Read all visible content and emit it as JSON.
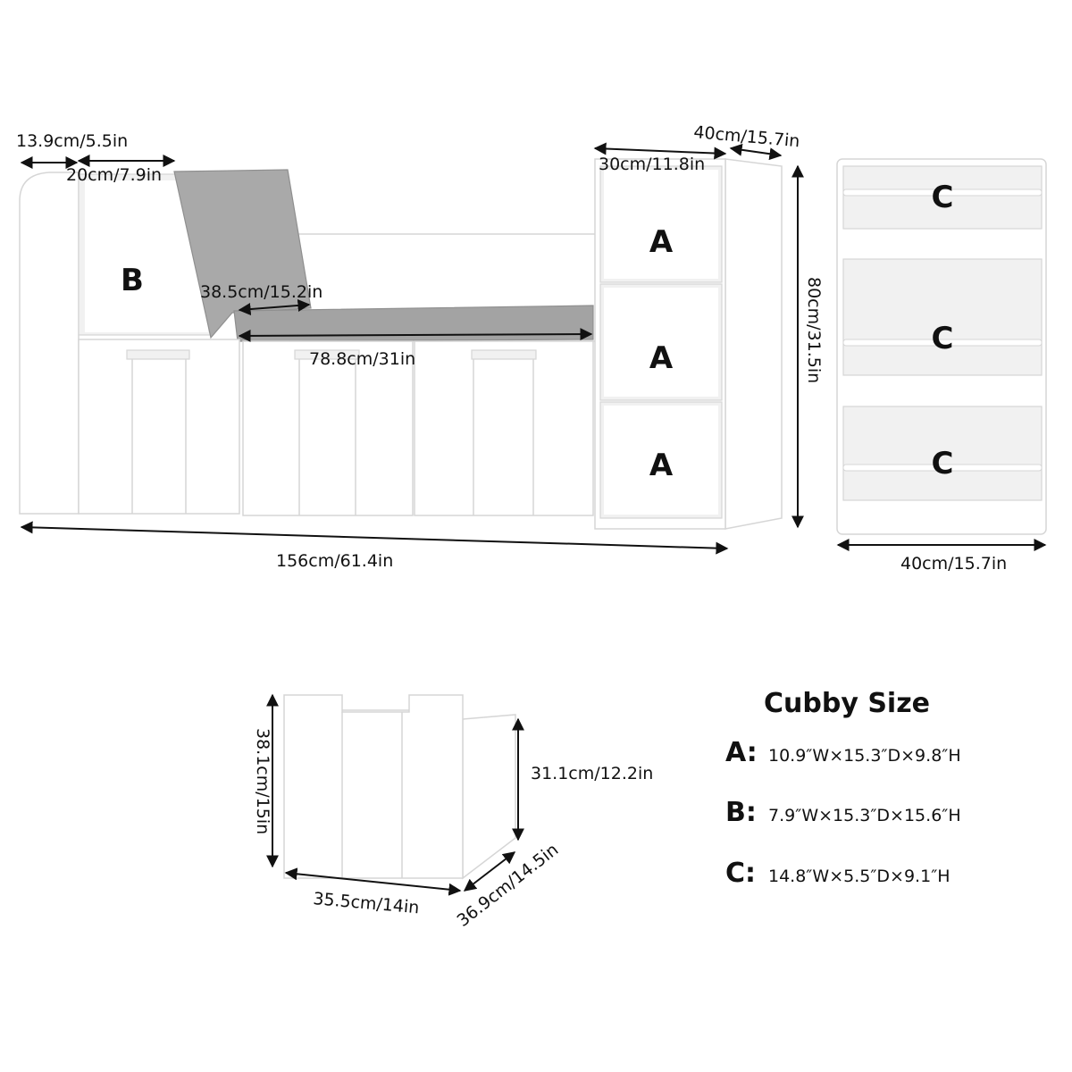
{
  "main_unit": {
    "width_overall": "156cm/61.4in",
    "height_overall": "80cm/31.5in",
    "left_panel_width": "13.9cm/5.5in",
    "cubby_b_width": "20cm/7.9in",
    "seat_cushion_depth": "38.5cm/15.2in",
    "seat_width": "78.8cm/31in",
    "shelf_width": "30cm/11.8in",
    "shelf_depth": "40cm/15.7in",
    "labels": {
      "a1": "A",
      "a2": "A",
      "a3": "A",
      "b": "B"
    }
  },
  "side_rack": {
    "width": "40cm/15.7in",
    "labels": {
      "c1": "C",
      "c2": "C",
      "c3": "C"
    }
  },
  "storage_bin": {
    "height": "38.1cm/15in",
    "inner_height": "31.1cm/12.2in",
    "width": "35.5cm/14in",
    "depth": "36.9cm/14.5in"
  },
  "cubby_size": {
    "title": "Cubby Size",
    "rows": [
      {
        "key": "A:",
        "value": "10.9″W×15.3″D×9.8″H"
      },
      {
        "key": "B:",
        "value": "7.9″W×15.3″D×15.6″H"
      },
      {
        "key": "C:",
        "value": "14.8″W×5.5″D×9.1″H"
      }
    ]
  },
  "colors": {
    "cushion": "#a9a9a9",
    "furniture": "#ffffff",
    "outline": "#d6d6d6"
  }
}
